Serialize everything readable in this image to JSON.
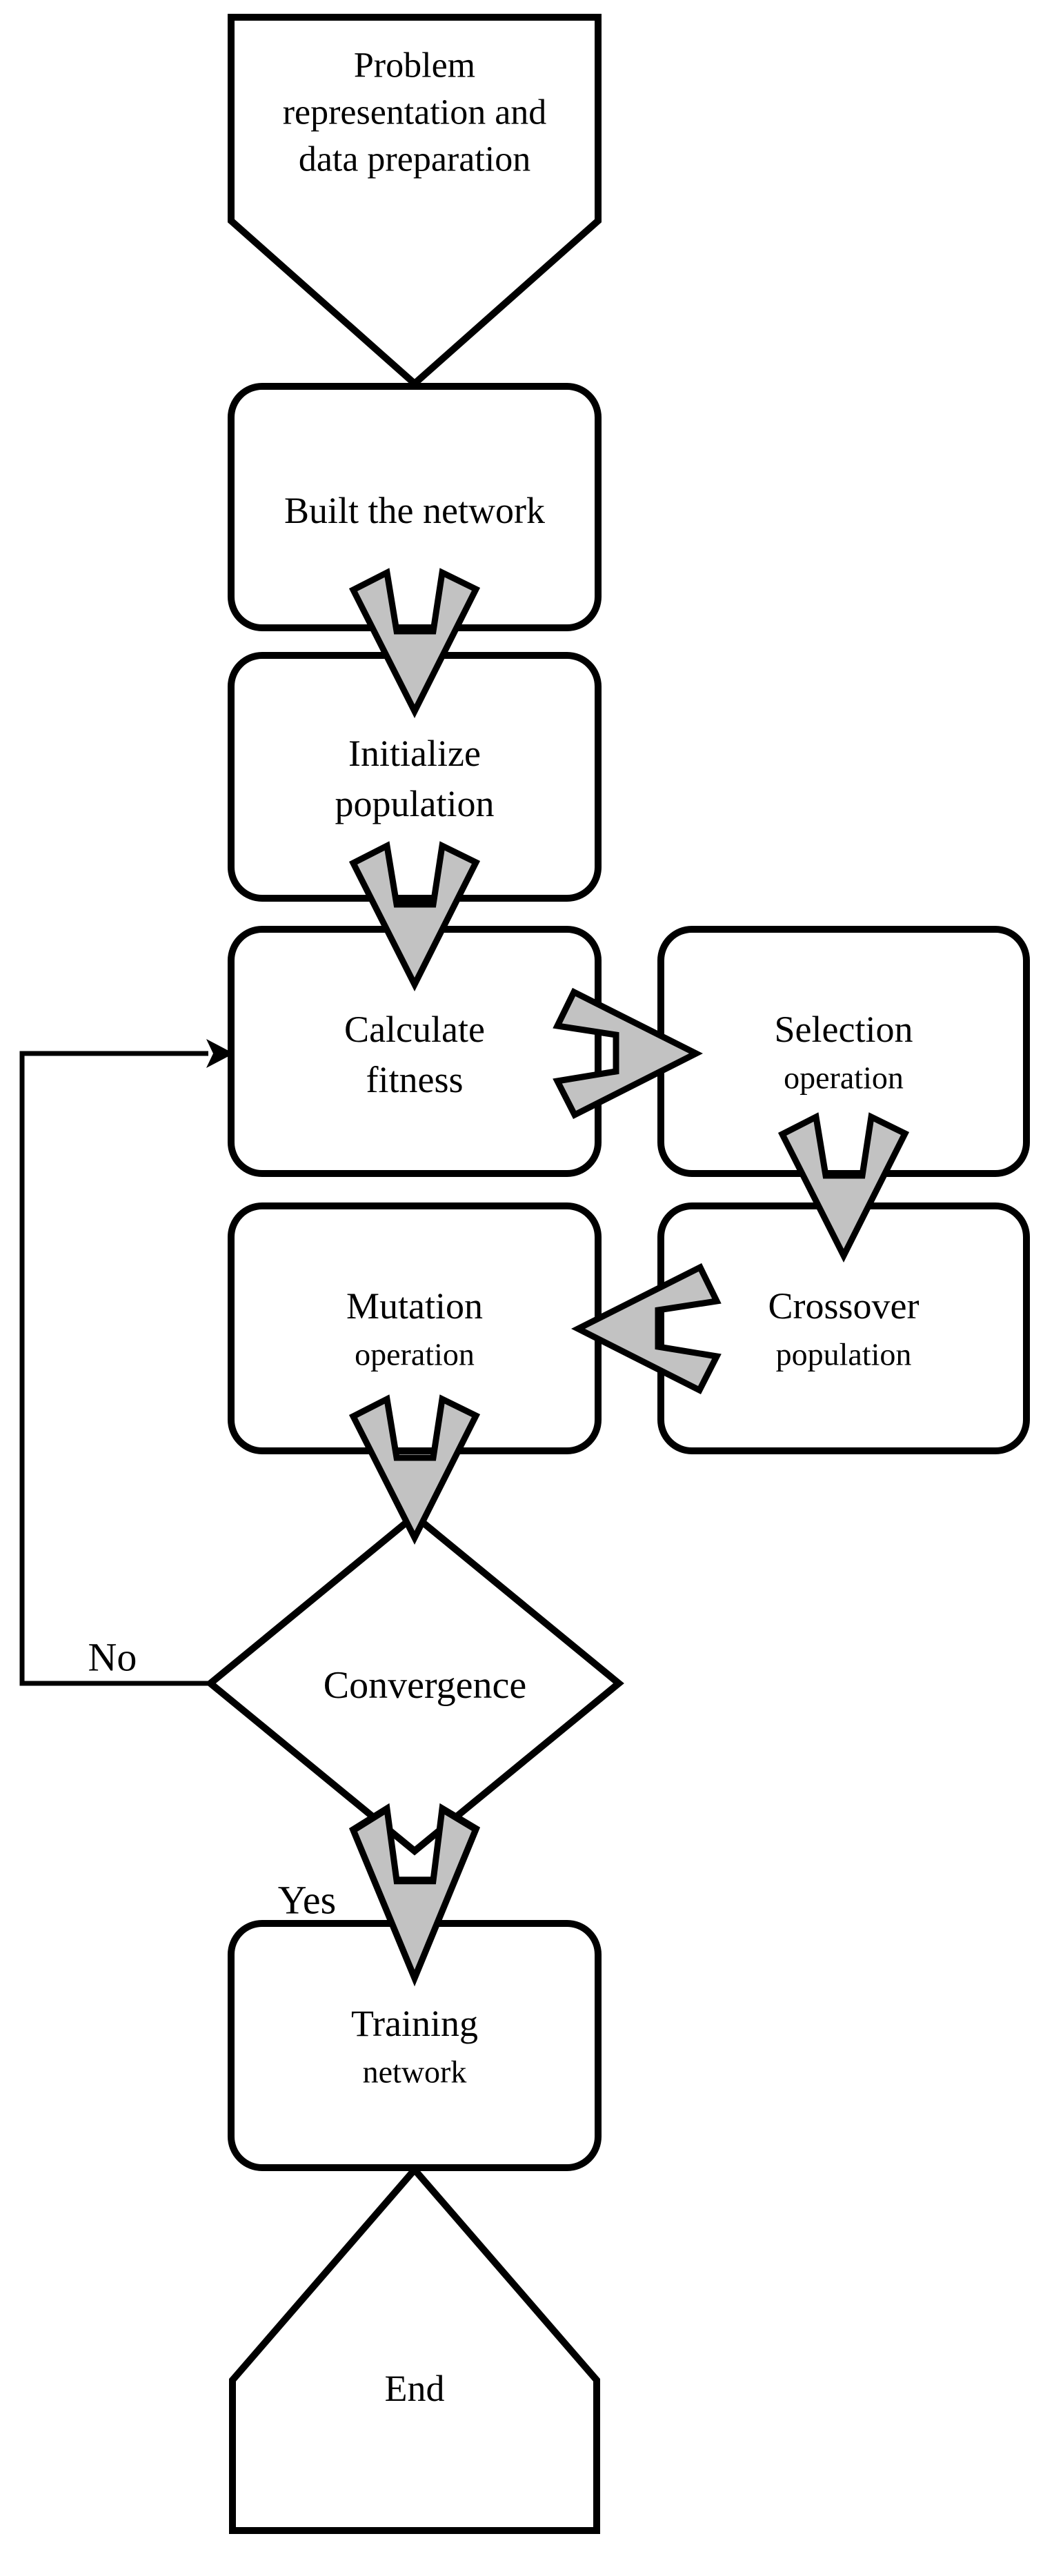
{
  "flowchart": {
    "colors": {
      "background": "#ffffff",
      "outline": "#000000",
      "arrow_fill": "#c2c2c2"
    },
    "nodes": {
      "start": {
        "shape": "pentagon-down",
        "lines": [
          "Problem",
          "representation and",
          "data preparation"
        ]
      },
      "built": {
        "shape": "rounded-rectangle",
        "lines": [
          "Built the network"
        ]
      },
      "initialize": {
        "shape": "rounded-rectangle",
        "lines": [
          "Initialize",
          "population"
        ]
      },
      "calculate": {
        "shape": "rounded-rectangle",
        "lines": [
          "Calculate",
          "fitness"
        ]
      },
      "selection": {
        "shape": "rounded-rectangle",
        "lines": [
          "Selection",
          "operation"
        ]
      },
      "crossover": {
        "shape": "rounded-rectangle",
        "lines": [
          "Crossover",
          "population"
        ]
      },
      "mutation": {
        "shape": "rounded-rectangle",
        "lines": [
          "Mutation",
          "operation"
        ]
      },
      "convergence": {
        "shape": "diamond",
        "lines": [
          "Convergence"
        ]
      },
      "training": {
        "shape": "rounded-rectangle",
        "lines": [
          "Training",
          "network"
        ]
      },
      "end": {
        "shape": "pentagon-up",
        "lines": [
          "End"
        ]
      }
    },
    "edge_labels": {
      "no": "No",
      "yes": "Yes"
    }
  }
}
